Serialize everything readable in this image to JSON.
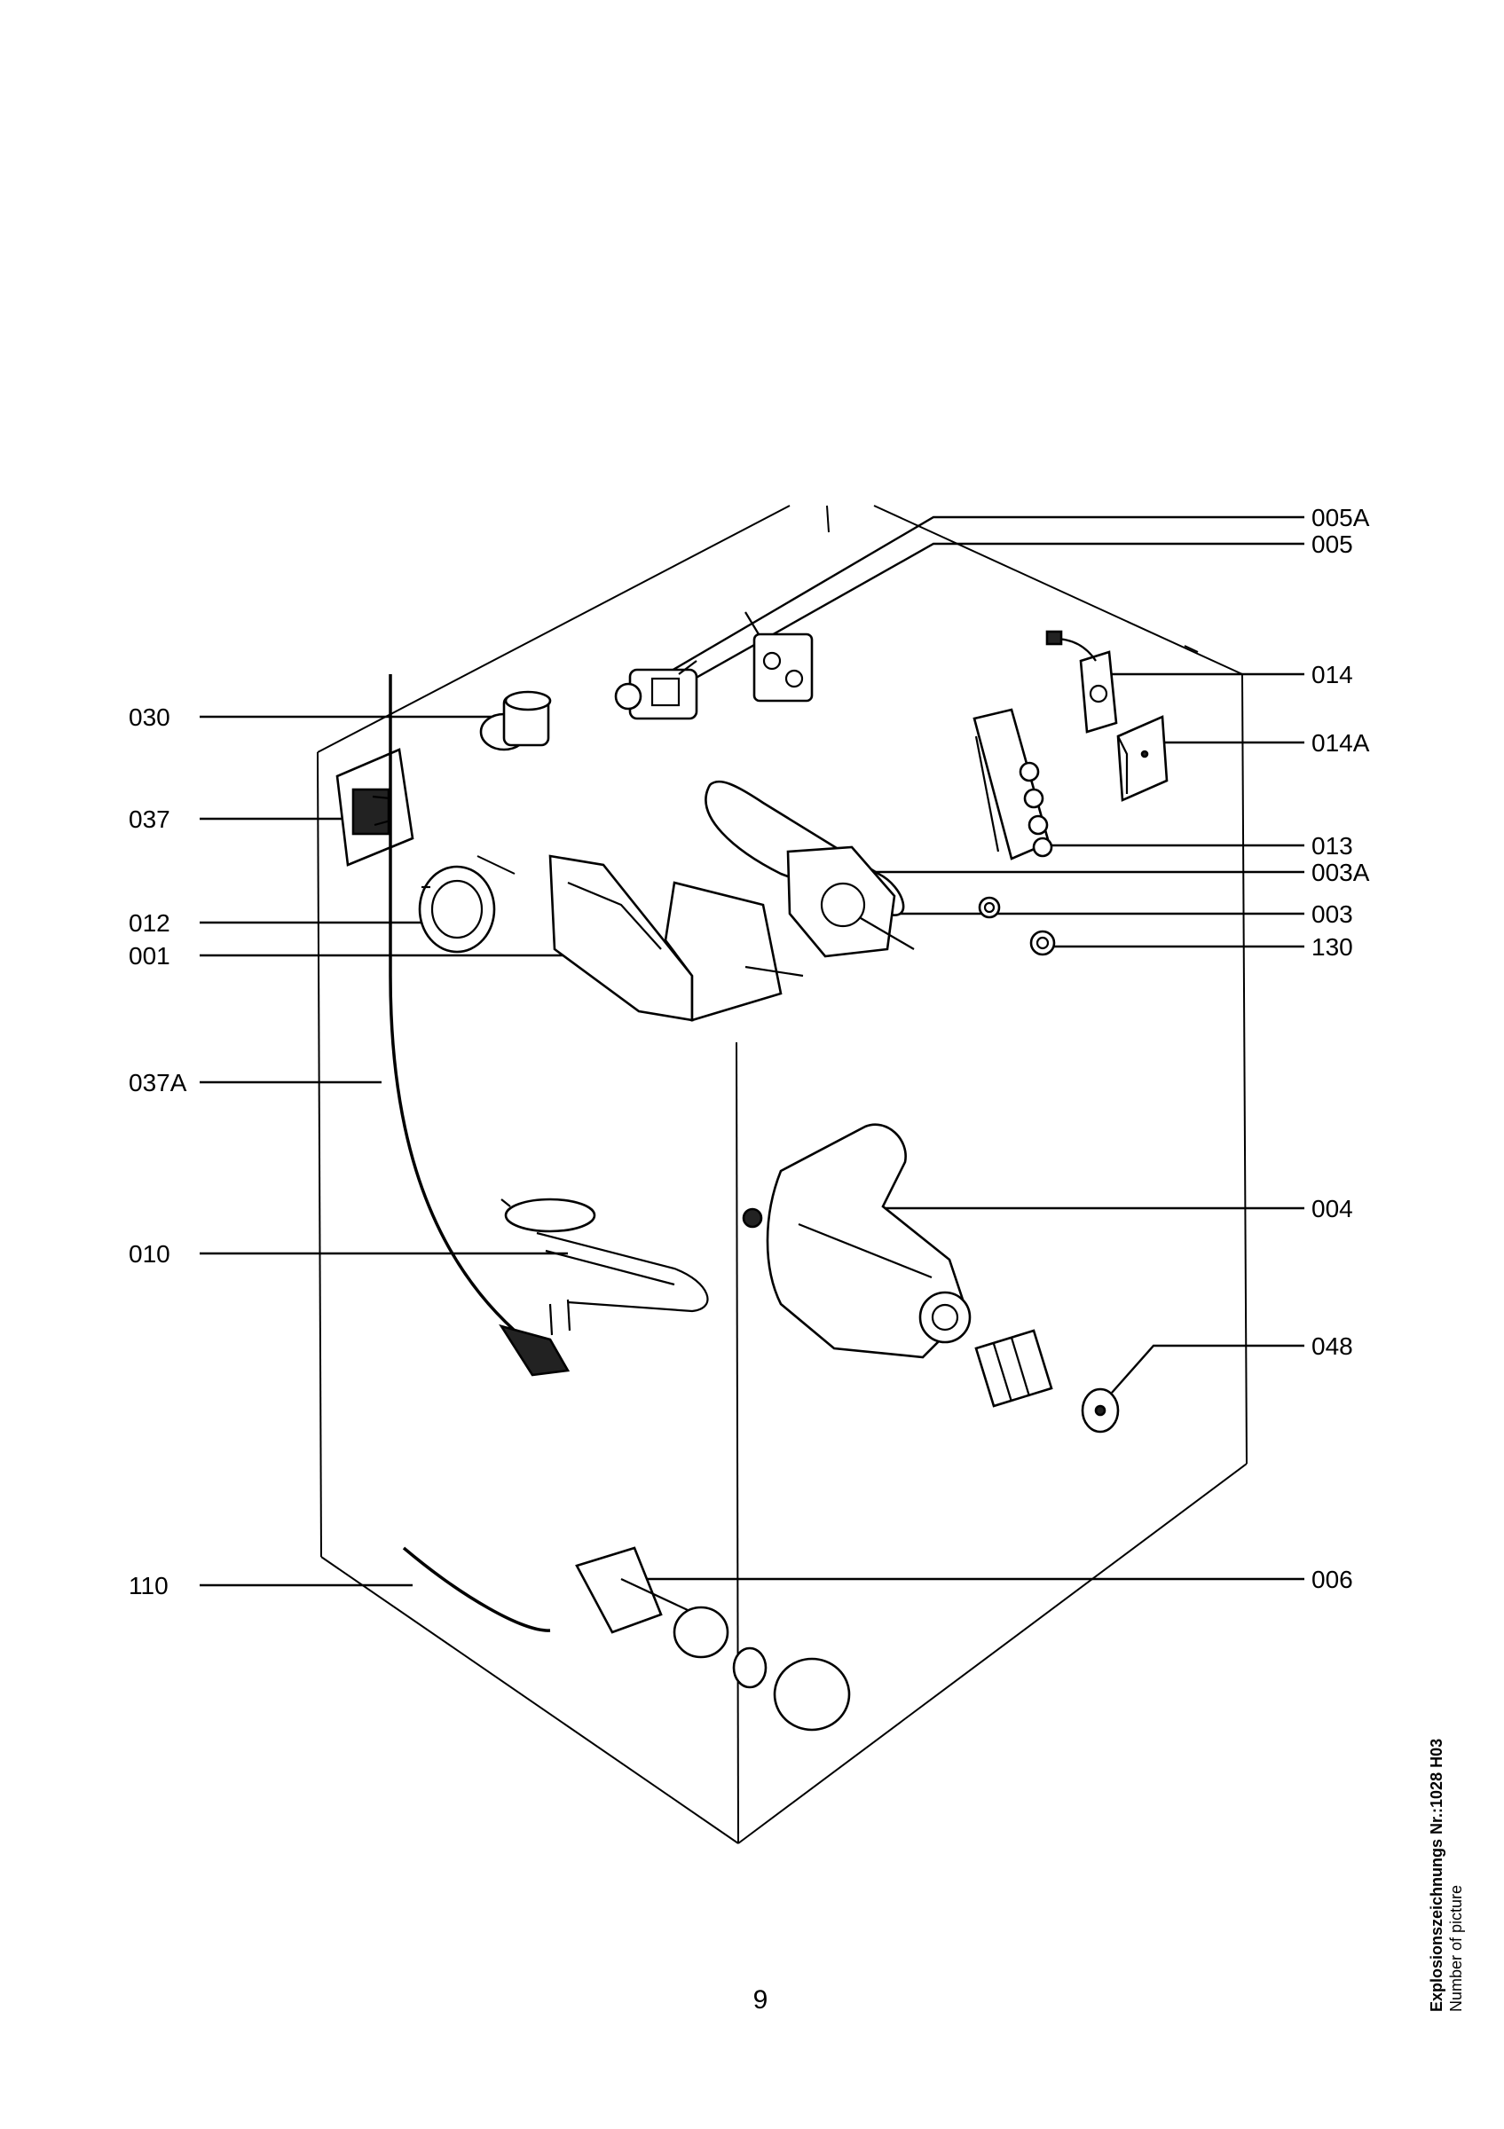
{
  "callouts": [
    {
      "id": "005A",
      "label": "005A"
    },
    {
      "id": "005",
      "label": "005"
    },
    {
      "id": "014",
      "label": "014"
    },
    {
      "id": "014A",
      "label": "014A"
    },
    {
      "id": "013",
      "label": "013"
    },
    {
      "id": "003A",
      "label": "003A"
    },
    {
      "id": "003",
      "label": "003"
    },
    {
      "id": "130",
      "label": "130"
    },
    {
      "id": "004",
      "label": "004"
    },
    {
      "id": "048",
      "label": "048"
    },
    {
      "id": "006",
      "label": "006"
    },
    {
      "id": "030",
      "label": "030"
    },
    {
      "id": "037",
      "label": "037"
    },
    {
      "id": "012",
      "label": "012"
    },
    {
      "id": "001",
      "label": "001"
    },
    {
      "id": "037A",
      "label": "037A"
    },
    {
      "id": "010",
      "label": "010"
    },
    {
      "id": "110",
      "label": "110"
    }
  ],
  "footer": {
    "page_number": "9",
    "picture_title": "Explosionszeichnungs Nr.:1028 H03",
    "picture_subtitle": "Number of picture"
  }
}
